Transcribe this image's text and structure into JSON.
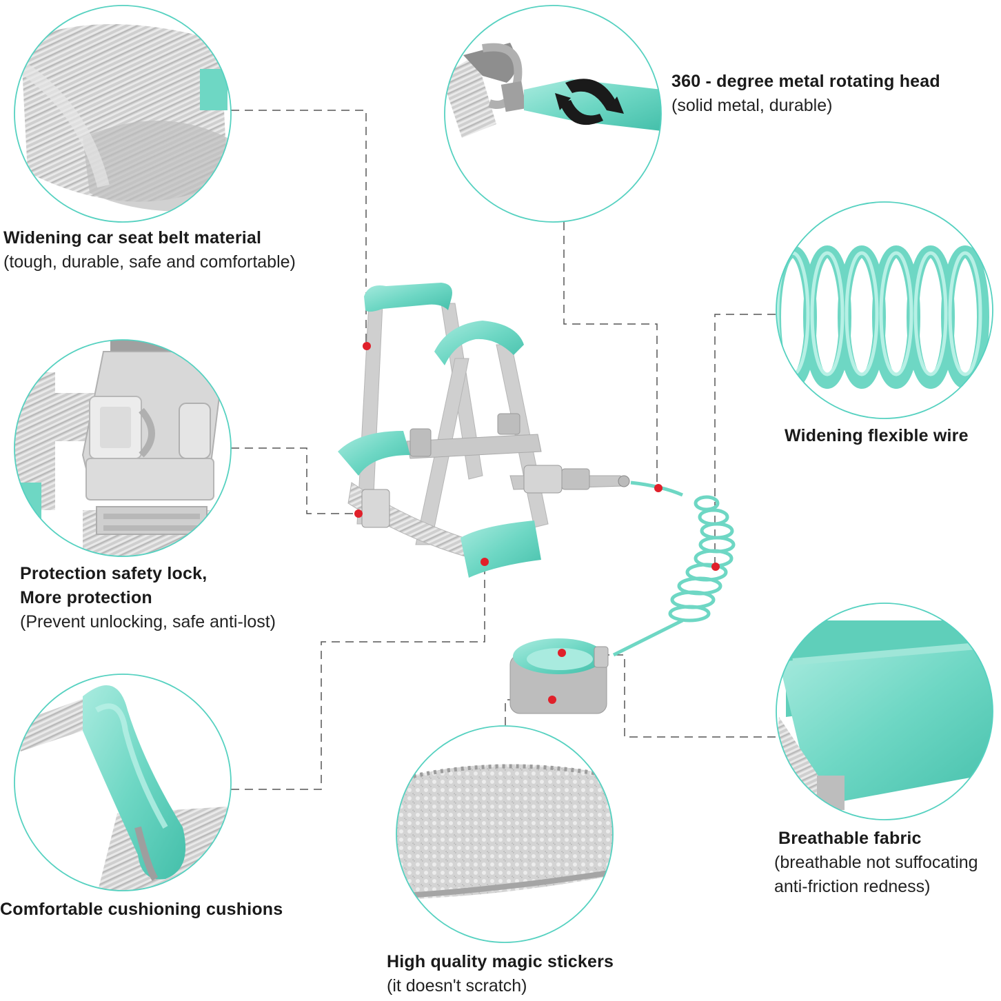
{
  "colors": {
    "mint": "#6ed7c4",
    "mint_dark": "#44bfaa",
    "mint_light": "#a9ebdf",
    "belt_gray": "#c9c9c9",
    "belt_gray_dark": "#a8a8a8",
    "ring": "#55d1c0",
    "leader_line": "#555555",
    "marker_red": "#e0202a"
  },
  "callouts": [
    {
      "id": "seat-belt",
      "title": "Widening car seat belt material",
      "subtitle": "(tough, durable, safe and comfortable)"
    },
    {
      "id": "rotating-head",
      "title": "360 - degree metal rotating head",
      "subtitle": "(solid metal, durable)"
    },
    {
      "id": "flexible-wire",
      "title": "Widening flexible wire",
      "subtitle": ""
    },
    {
      "id": "safety-lock",
      "title": "Protection safety lock,",
      "title2": "More protection",
      "subtitle": "(Prevent unlocking, safe anti-lost)"
    },
    {
      "id": "cushions",
      "title": "Comfortable cushioning cushions",
      "subtitle": ""
    },
    {
      "id": "breathable",
      "title": "Breathable fabric",
      "subtitle": "(breathable not suffocating",
      "subtitle2": "anti-friction redness)"
    },
    {
      "id": "magic-stickers",
      "title": "High quality magic stickers",
      "subtitle": "(it doesn't scratch)"
    }
  ]
}
